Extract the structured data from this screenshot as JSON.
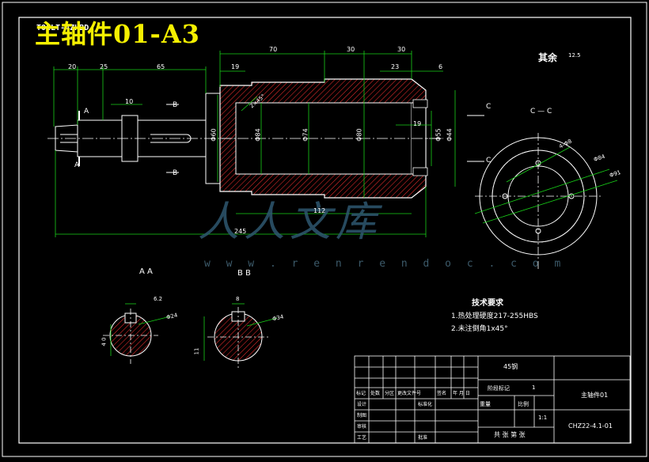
{
  "drawing": {
    "title": "主轴件01-A3",
    "code_strip": "TOCLT-4ZHBD",
    "watermark": {
      "brand": "人人文库",
      "url": "w w w . r e n r e n d o c . c o m"
    }
  },
  "dimensions": {
    "top": [
      "70",
      "30",
      "30",
      "19",
      "23",
      "6"
    ],
    "left_top": [
      "20",
      "25",
      "65"
    ],
    "shaft": [
      "10"
    ],
    "diameters": [
      "Φ60",
      "Φ84",
      "Φ74",
      "Φ80",
      "Φ55",
      "Φ44"
    ],
    "misc": [
      "19",
      "112",
      "245",
      "2×45°"
    ]
  },
  "surface_note": "其余",
  "surface_value": "12.5",
  "section_labels": {
    "a": "A",
    "b": "B",
    "c": "C",
    "cc": "C — C",
    "aa": "A A",
    "bb": "B B"
  },
  "section_dims": {
    "aa_width": "6.2",
    "aa_dia": "Φ24",
    "aa_depth": "4 0",
    "bb_width": "8",
    "bb_dia": "Φ34",
    "bb_depth": "11"
  },
  "flange_dims": [
    "Φ84",
    "Φ91",
    "4-Φ8"
  ],
  "tech_req": {
    "heading": "技术要求",
    "items": [
      "1.热处理硬度217-255HBS",
      "2.未注倒角1x45°"
    ]
  },
  "title_block": {
    "material": "45钢",
    "part_name": "主轴件01",
    "drawing_no": "CHZ22-4.1-01",
    "scale": "1:1",
    "qty": "1",
    "sheet": "共 张  第 张",
    "header_row": [
      "标记",
      "处数",
      "分区",
      "更改文件号",
      "签名",
      "年 月 日"
    ],
    "rows": [
      "设计",
      "制图",
      "审核",
      "工艺"
    ],
    "cols": [
      "标准化",
      "批准"
    ],
    "stage_cols": [
      "阶段标记",
      "重量",
      "比例"
    ]
  }
}
